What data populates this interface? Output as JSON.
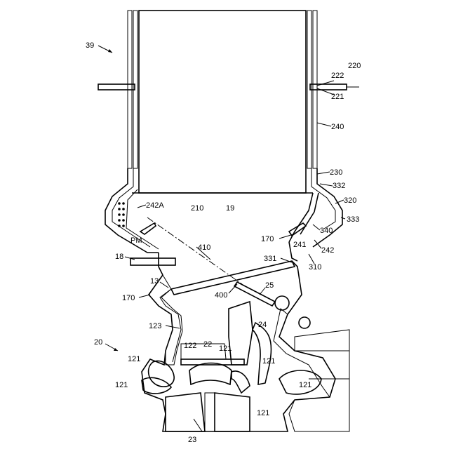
{
  "labels": {
    "l39": "39",
    "l220": "220",
    "l222": "222",
    "l221": "221",
    "l240": "240",
    "l230": "230",
    "l332": "332",
    "l320": "320",
    "l333": "333",
    "l340": "340",
    "l242": "242",
    "l310": "310",
    "l241": "241",
    "l170a": "170",
    "l331": "331",
    "l242A": "242A",
    "l210": "210",
    "l19": "19",
    "lPM": "PM",
    "l410": "410",
    "l18": "18",
    "l13": "13",
    "l400": "400",
    "l25": "25",
    "l170b": "170",
    "l24": "24",
    "l123": "123",
    "l20": "20",
    "l122": "122",
    "l22": "22",
    "l121a": "121",
    "l121b": "121",
    "l121c": "121",
    "l121d": "121",
    "l121e": "121",
    "l121f": "121",
    "l23": "23"
  }
}
